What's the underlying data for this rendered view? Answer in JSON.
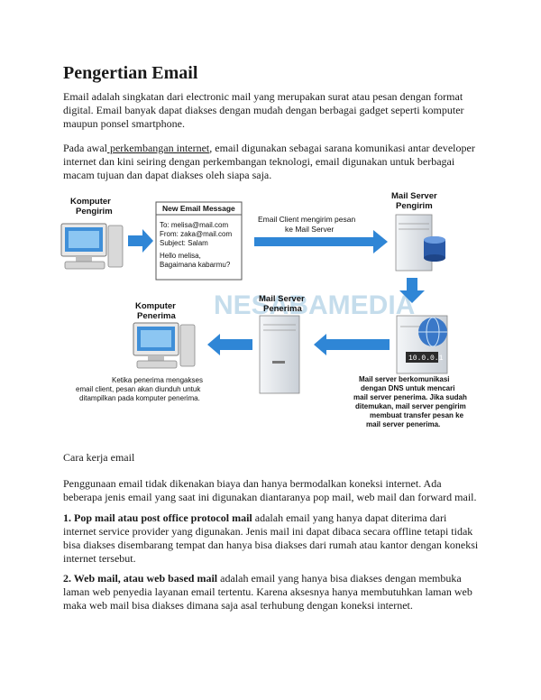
{
  "title": "Pengertian Email",
  "p1": "Email adalah singkatan dari electronic mail yang merupakan surat atau pesan dengan format digital. Email banyak dapat diakses dengan mudah dengan berbagai gadget seperti komputer maupun ponsel smartphone.",
  "p2": {
    "before": "Pada awal",
    "link": " perkembangan internet",
    "after": ", email digunakan sebagai sarana komunikasi antar developer internet dan kini seiring dengan perkembangan teknologi, email digunakan untuk berbagai macam tujuan dan dapat diakses oleh siapa saja."
  },
  "diagram": {
    "computer_sender": [
      "Komputer",
      "Pengirim"
    ],
    "message_title": "New Email Message",
    "message_lines": [
      "To: melisa@mail.com",
      "From: zaka@mail.com",
      "Subject: Salam",
      "",
      "Hello melisa,",
      "Bagaimana kabarmu?"
    ],
    "client_caption": [
      "Email Client mengirim pesan",
      "ke Mail Server"
    ],
    "server_sender": [
      "Mail Server",
      "Pengirim"
    ],
    "server_receiver": [
      "Mail Server",
      "Penerima"
    ],
    "computer_receiver": [
      "Komputer",
      "Penerima"
    ],
    "ip_label": "10.0.0.1",
    "watermark": "NESABAMEDIA",
    "receiver_caption": [
      "Ketika penerima mengakses",
      "email client, pesan akan diunduh untuk",
      "ditampilkan pada komputer penerima."
    ],
    "dns_caption": [
      "Mail server berkomunikasi",
      "dengan DNS untuk mencari",
      "mail server penerima. Jika sudah",
      "ditemukan, mail server pengirim",
      "membuat transfer pesan ke",
      "mail server penerima."
    ],
    "colors": {
      "arrow": "#2f86d6",
      "arrow_dark": "#1b5fa8",
      "server": "#dfe3e8",
      "db": "#2a5aa8"
    }
  },
  "p3": "Cara kerja email",
  "p4": "Penggunaan email tidak dikenakan biaya dan hanya bermodalkan koneksi internet. Ada beberapa jenis email yang saat ini digunakan diantaranya pop mail, web mail dan forward mail.",
  "p5": {
    "bold": "1. Pop mail atau post office protocol mail",
    "rest": " adalah email yang hanya dapat diterima dari internet service provider yang digunakan. Jenis mail ini dapat dibaca secara offline tetapi tidak bisa diakses disembarang tempat dan hanya bisa diakses dari rumah atau kantor dengan koneksi internet tersebut."
  },
  "p6": {
    "bold": "2. Web mail, atau web based mail",
    "rest": " adalah email yang hanya bisa diakses dengan membuka laman web penyedia layanan email tertentu. Karena aksesnya hanya membutuhkan laman web maka web mail bisa diakses dimana saja asal terhubung dengan koneksi internet."
  }
}
